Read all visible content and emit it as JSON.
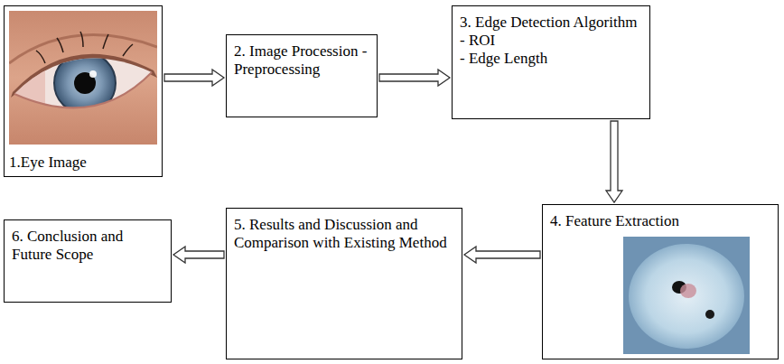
{
  "diagram": {
    "nodes": [
      {
        "text": [
          "1.Eye Image"
        ]
      },
      {
        "text": [
          "2. Image Procession - Preprocessing"
        ]
      },
      {
        "text": [
          "3. Edge Detection Algorithm",
          "- ROI",
          "- Edge Length"
        ]
      },
      {
        "text": [
          "4. Feature Extraction"
        ]
      },
      {
        "text": [
          "5. Results and Discussion and Comparison with Existing Method"
        ]
      },
      {
        "text": [
          "6. Conclusion and Future Scope"
        ]
      }
    ],
    "edges": [
      {
        "from": 0,
        "to": 1,
        "arrow": "to"
      },
      {
        "from": 1,
        "to": 2,
        "arrow": "to"
      },
      {
        "from": 2,
        "to": 3,
        "arrow": "to"
      },
      {
        "from": 3,
        "to": 4,
        "arrow": "to"
      },
      {
        "from": 4,
        "to": 5,
        "arrow": "to"
      }
    ]
  }
}
